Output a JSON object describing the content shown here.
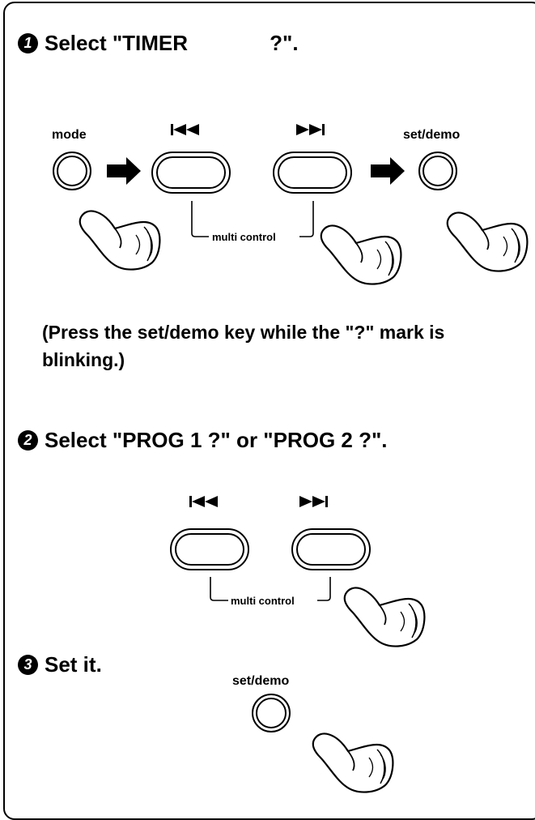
{
  "steps": [
    {
      "num": "1",
      "text": "Select \"TIMER              ?\"."
    },
    {
      "num": "2",
      "text": "Select \"PROG 1 ?\" or \"PROG 2 ?\"."
    },
    {
      "num": "3",
      "text": "Set it."
    }
  ],
  "note": "(Press the set/demo key while the \"?\" mark is blinking.)",
  "labels": {
    "mode": "mode",
    "set_demo": "set/demo",
    "multi_control": "multi control"
  },
  "icons": {
    "prev": "skip-back-icon",
    "next": "skip-forward-icon",
    "arrow": "right-arrow-icon",
    "hand": "pointing-hand-icon"
  }
}
